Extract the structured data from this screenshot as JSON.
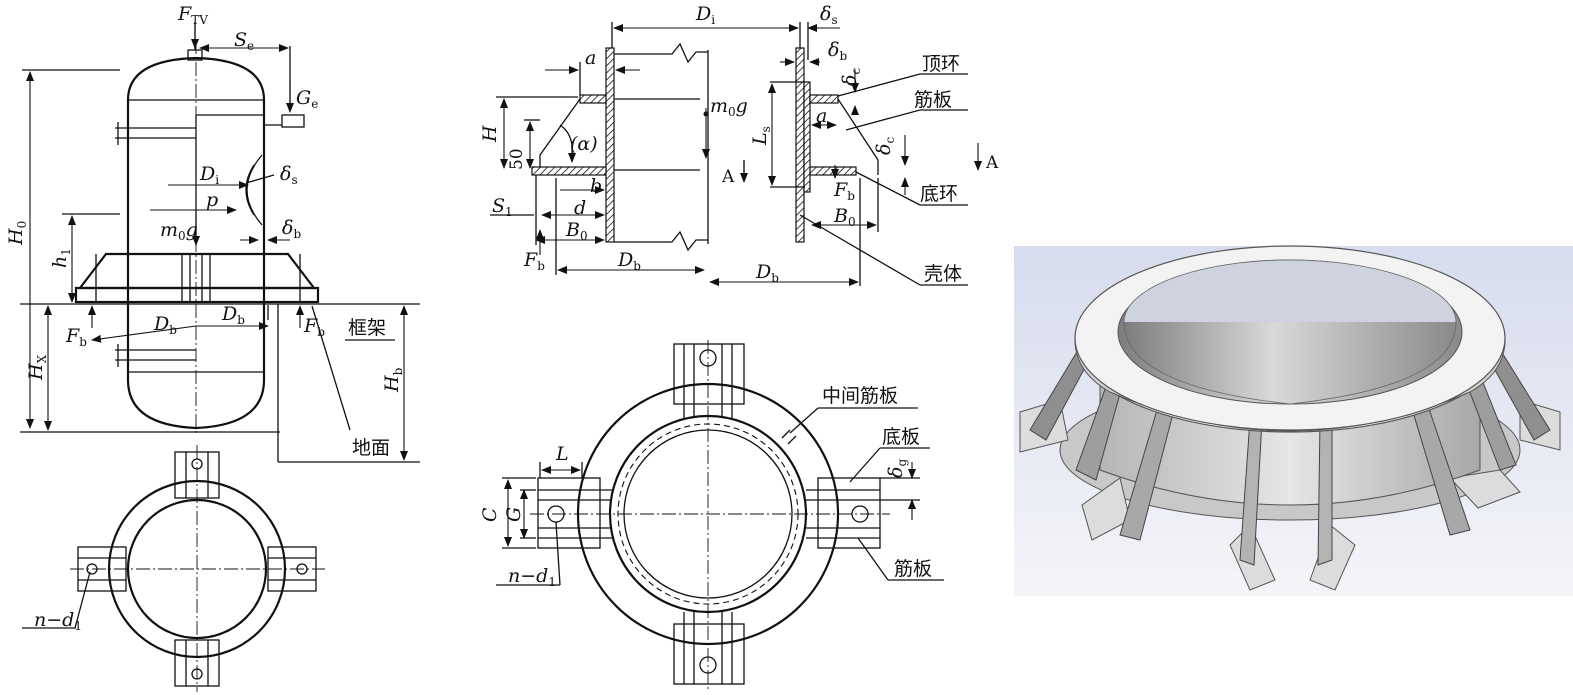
{
  "left_figure": {
    "labels": {
      "F_TV": "F",
      "F_TV_sub": "TV",
      "S_e": "S",
      "S_e_sub": "e",
      "G_e": "G",
      "G_e_sub": "e",
      "H_0": "H",
      "H_0_sub": "0",
      "D_i": "D",
      "D_i_sub": "i",
      "delta_s": "δ",
      "delta_s_sub": "s",
      "p": "p",
      "h_1": "h",
      "h_1_sub": "1",
      "m0g": "m",
      "m0g_sub": "0",
      "m0g_g": "g",
      "delta_b": "δ",
      "delta_b_sub": "b",
      "D_b_left": "D",
      "D_b_left_sub": "b",
      "D_b_right": "D",
      "D_b_right_sub": "b",
      "F_b_left": "F",
      "F_b_left_sub": "b",
      "F_b_right": "F",
      "F_b_right_sub": "b",
      "H_X": "H",
      "H_X_sub": "X",
      "H_b": "H",
      "H_b_sub": "b",
      "frame": "框架",
      "ground": "地面",
      "n_d1": "n−d",
      "n_d1_sub": "1"
    }
  },
  "middle_figure": {
    "labels": {
      "D_i": "D",
      "D_i_sub": "i",
      "delta_s": "δ",
      "delta_s_sub": "s",
      "delta_b": "δ",
      "delta_b_sub": "b",
      "a_top": "a",
      "a_right": "a",
      "delta_c_top": "δ",
      "delta_c_top_sub": "c",
      "delta_c_right": "δ",
      "delta_c_right_sub": "c",
      "m0g": "m",
      "m0g_sub": "0",
      "m0g_g": "g",
      "H": "H",
      "dim_50": "50",
      "alpha": "(α)",
      "L_s": "L",
      "L_s_sub": "s",
      "b": "b",
      "d": "d",
      "S_1": "S",
      "S_1_sub": "1",
      "B_0_left": "B",
      "B_0_left_sub": "0",
      "B_0_right": "B",
      "B_0_right_sub": "0",
      "F_b_left": "F",
      "F_b_left_sub": "b",
      "F_b_right": "F",
      "F_b_right_sub": "b",
      "D_b_left": "D",
      "D_b_left_sub": "b",
      "D_b_right": "D",
      "D_b_right_sub": "b",
      "section_A_left": "A",
      "section_A_right": "A",
      "top_ring": "顶环",
      "rib_plate": "筋板",
      "bottom_ring": "底环",
      "shell": "壳体"
    }
  },
  "bottom_middle_figure": {
    "labels": {
      "middle_rib": "中间筋板",
      "base_plate": "底板",
      "rib": "筋板",
      "L": "L",
      "C": "C",
      "G": "G",
      "delta_g": "δ",
      "delta_g_sub": "g",
      "n_d1": "n−d",
      "n_d1_sub": "1"
    }
  },
  "render": {
    "background": "#e8ebf4",
    "metal_light": "#f2f2f2",
    "metal_mid": "#c9c9c9",
    "metal_dark": "#8f8f8f"
  }
}
